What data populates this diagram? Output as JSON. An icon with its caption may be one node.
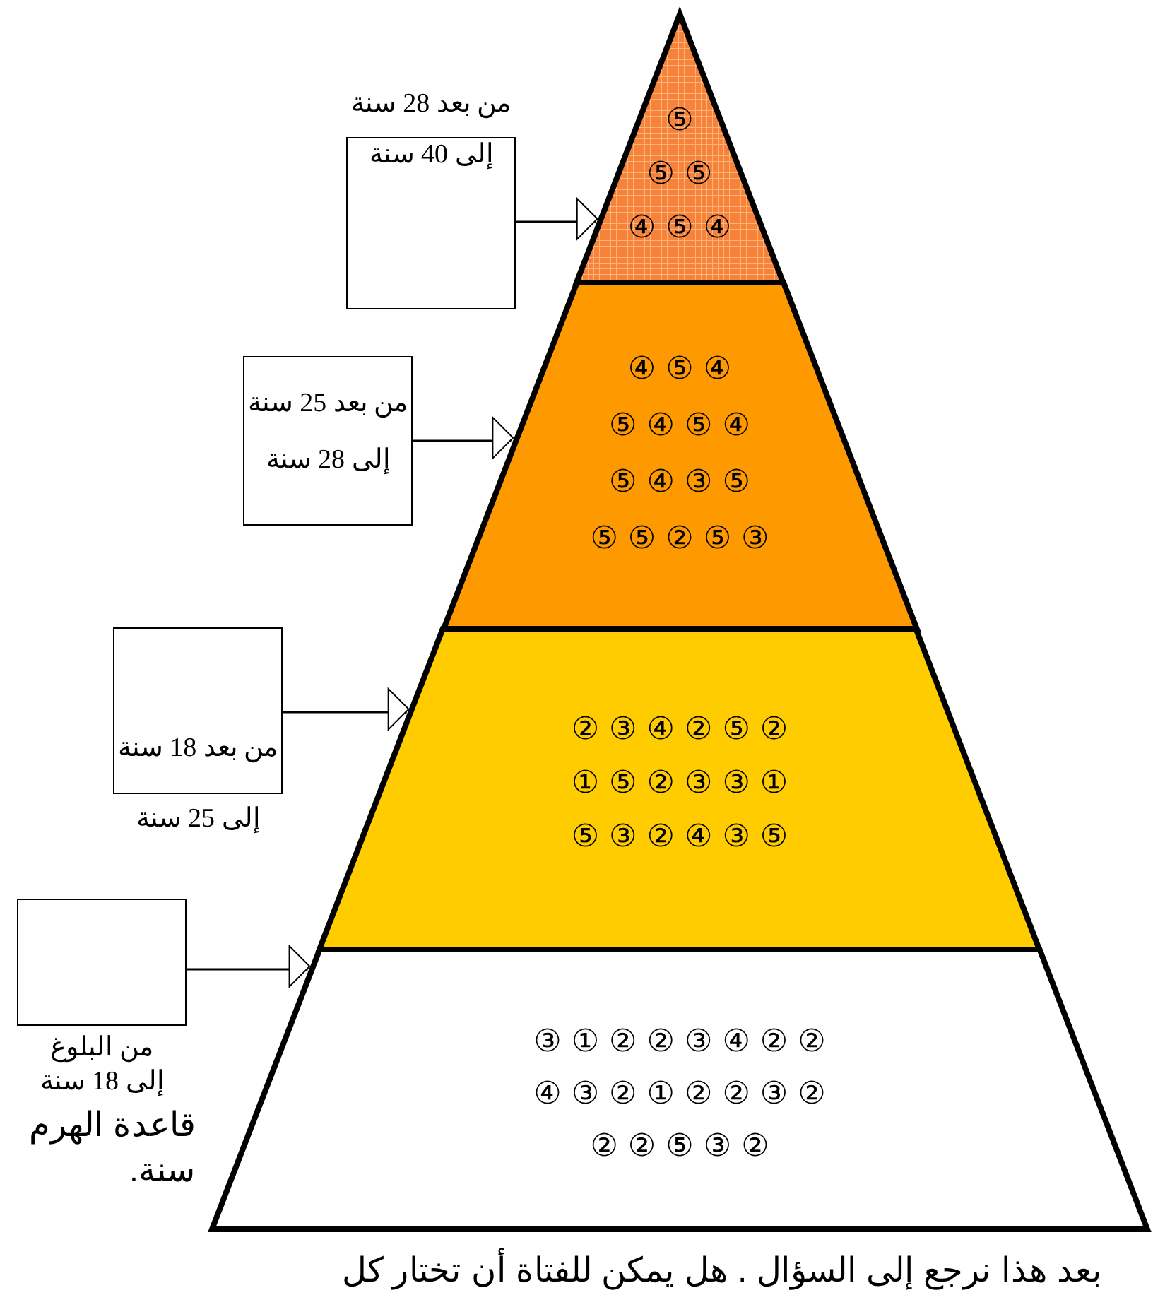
{
  "diagram": {
    "nodes": [
      {
        "text": [
          "⑤",
          "⑤ ⑤",
          "④ ⑤ ④"
        ]
      },
      {
        "text": [
          "④ ⑤ ④",
          "⑤ ④ ⑤ ④",
          "⑤ ④ ③ ⑤",
          "⑤ ⑤ ② ⑤ ③"
        ]
      },
      {
        "text": [
          "② ③ ④ ② ⑤ ②",
          "① ⑤ ② ③ ③ ①",
          "⑤ ③ ② ④ ③ ⑤"
        ]
      },
      {
        "text": [
          "③ ① ② ② ③ ④ ② ②",
          "④ ③ ② ① ② ② ③ ②",
          "② ② ⑤ ③ ②"
        ]
      },
      {
        "text": [
          "من بعد 28 سنة",
          "إلى 40 سنة"
        ]
      },
      {
        "text": [
          "من بعد 25 سنة",
          "إلى 28 سنة"
        ]
      },
      {
        "text": [
          "من بعد 18 سنة",
          "إلى 25 سنة"
        ]
      },
      {
        "text": [
          "من البلوغ",
          "إلى 18 سنة"
        ]
      }
    ],
    "edges": [
      {
        "from": 4,
        "to": 0,
        "arrow": "to"
      },
      {
        "from": 5,
        "to": 1,
        "arrow": "to"
      },
      {
        "from": 6,
        "to": 2,
        "arrow": "to"
      },
      {
        "from": 7,
        "to": 3,
        "arrow": "to"
      }
    ],
    "labels": [
      "قاعدة الهرم",
      "سنة.",
      "بعد هذا نرجع إلى السؤال . هل يمكن للفتاة أن تختار كل"
    ]
  }
}
